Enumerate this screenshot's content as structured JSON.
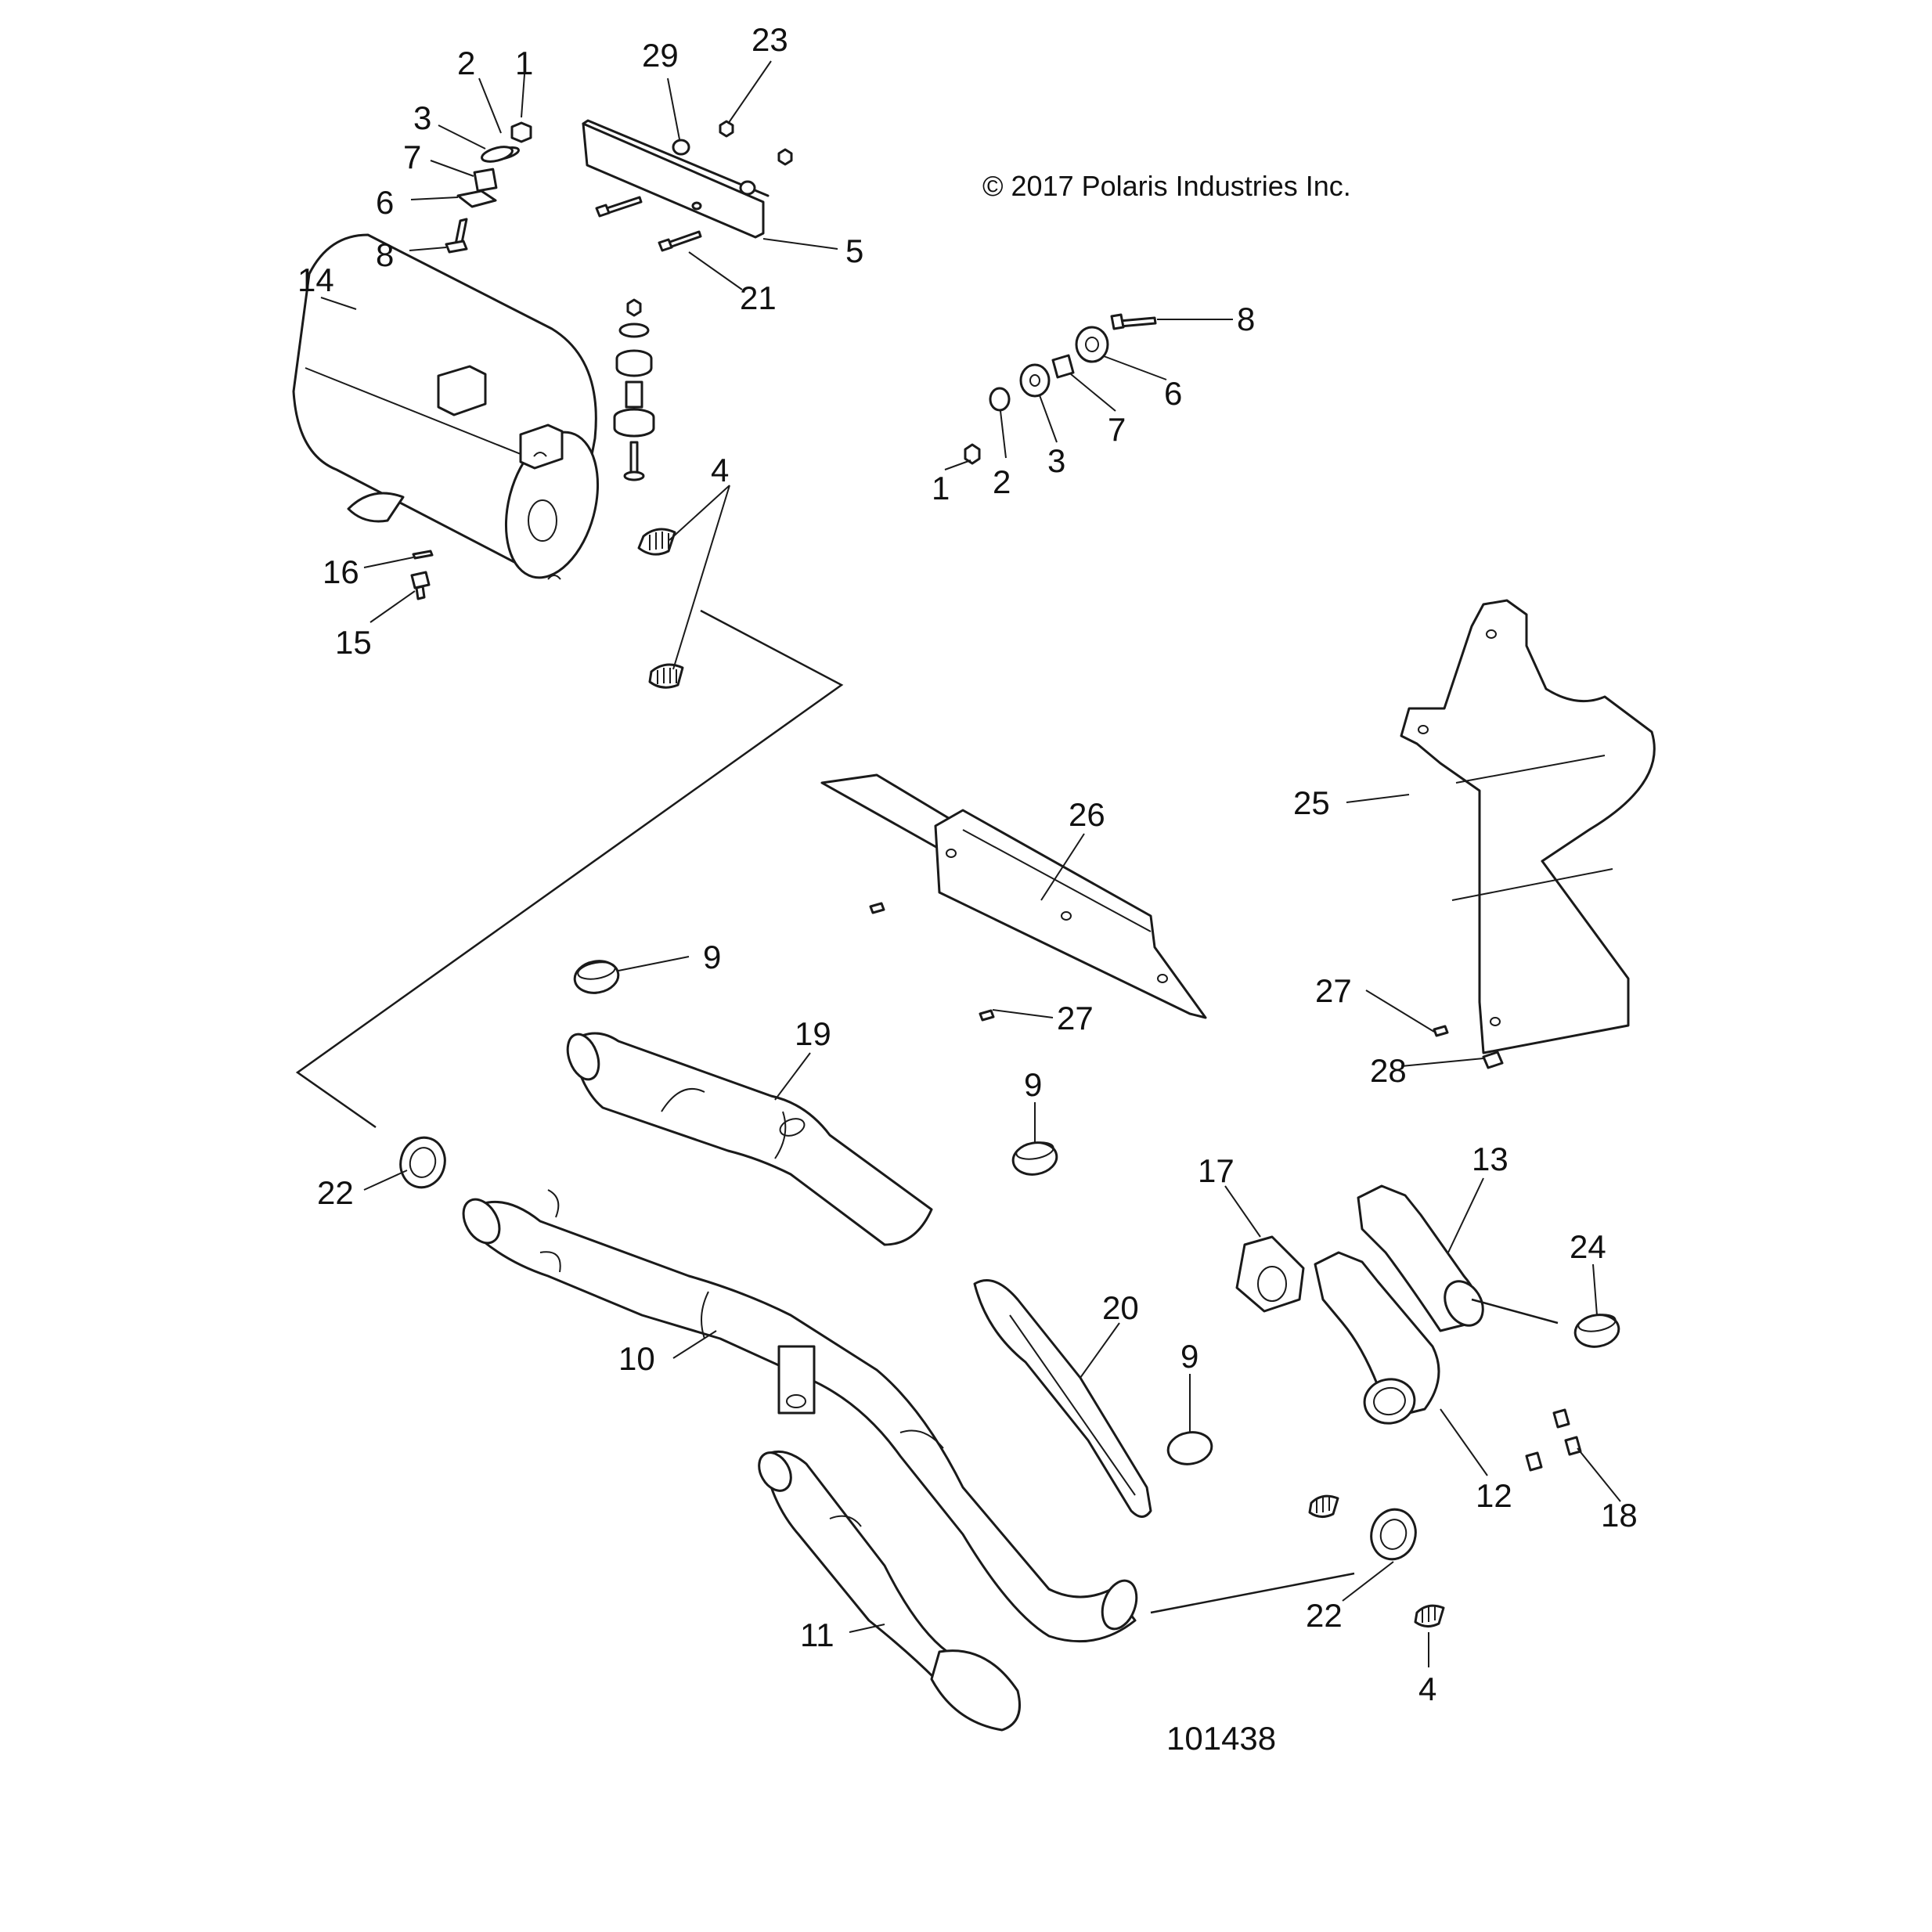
{
  "copyright": "© 2017 Polaris Industries Inc.",
  "drawing_number": "101438",
  "callouts": [
    {
      "id": "c1a",
      "text": "1"
    },
    {
      "id": "c2a",
      "text": "2"
    },
    {
      "id": "c3a",
      "text": "3"
    },
    {
      "id": "c7a",
      "text": "7"
    },
    {
      "id": "c6a",
      "text": "6"
    },
    {
      "id": "c8a",
      "text": "8"
    },
    {
      "id": "c29",
      "text": "29"
    },
    {
      "id": "c23",
      "text": "23"
    },
    {
      "id": "c5",
      "text": "5"
    },
    {
      "id": "c21",
      "text": "21"
    },
    {
      "id": "c14",
      "text": "14"
    },
    {
      "id": "c4a",
      "text": "4"
    },
    {
      "id": "c16",
      "text": "16"
    },
    {
      "id": "c15",
      "text": "15"
    },
    {
      "id": "c8b",
      "text": "8"
    },
    {
      "id": "c6b",
      "text": "6"
    },
    {
      "id": "c7b",
      "text": "7"
    },
    {
      "id": "c3b",
      "text": "3"
    },
    {
      "id": "c2b",
      "text": "2"
    },
    {
      "id": "c1b",
      "text": "1"
    },
    {
      "id": "c26",
      "text": "26"
    },
    {
      "id": "c25",
      "text": "25"
    },
    {
      "id": "c9a",
      "text": "9"
    },
    {
      "id": "c19",
      "text": "19"
    },
    {
      "id": "c27a",
      "text": "27"
    },
    {
      "id": "c27b",
      "text": "27"
    },
    {
      "id": "c28",
      "text": "28"
    },
    {
      "id": "c22a",
      "text": "22"
    },
    {
      "id": "c9b",
      "text": "9"
    },
    {
      "id": "c17",
      "text": "17"
    },
    {
      "id": "c13",
      "text": "13"
    },
    {
      "id": "c24",
      "text": "24"
    },
    {
      "id": "c20",
      "text": "20"
    },
    {
      "id": "c9c",
      "text": "9"
    },
    {
      "id": "c10",
      "text": "10"
    },
    {
      "id": "c12",
      "text": "12"
    },
    {
      "id": "c18",
      "text": "18"
    },
    {
      "id": "c11",
      "text": "11"
    },
    {
      "id": "c22b",
      "text": "22"
    },
    {
      "id": "c4b",
      "text": "4"
    }
  ]
}
